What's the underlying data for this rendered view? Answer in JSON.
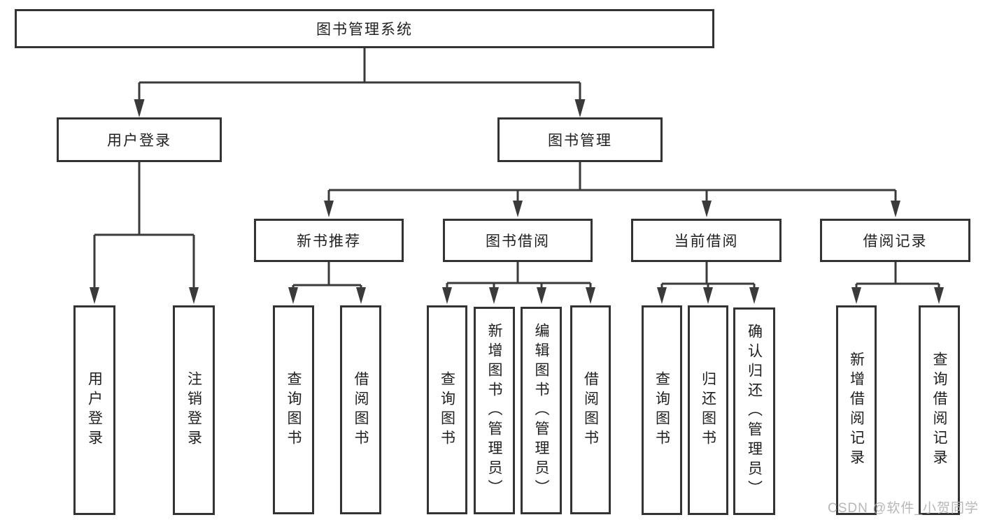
{
  "tree": {
    "label": "图书管理系统",
    "children": [
      {
        "label": "用户登录",
        "children": [
          {
            "label": "用户登录"
          },
          {
            "label": "注销登录"
          }
        ]
      },
      {
        "label": "图书管理",
        "children": [
          {
            "label": "新书推荐",
            "children": [
              {
                "label": "查询图书"
              },
              {
                "label": "借阅图书"
              }
            ]
          },
          {
            "label": "图书借阅",
            "children": [
              {
                "label": "查询图书"
              },
              {
                "label": "新增图书（管理员）"
              },
              {
                "label": "编辑图书（管理员）"
              },
              {
                "label": "借阅图书"
              }
            ]
          },
          {
            "label": "当前借阅",
            "children": [
              {
                "label": "查询图书"
              },
              {
                "label": "归还图书"
              },
              {
                "label": "确认归还（管理员）"
              }
            ]
          },
          {
            "label": "借阅记录",
            "children": [
              {
                "label": "新增借阅记录"
              },
              {
                "label": "查询借阅记录"
              }
            ]
          }
        ]
      }
    ]
  },
  "watermark": "CSDN @软件_小贺同学",
  "colors": {
    "line": "#3a3a3a",
    "border": "#333333",
    "background": "#ffffff",
    "text": "#1f1f1f",
    "watermark": "#b0b0b0"
  }
}
